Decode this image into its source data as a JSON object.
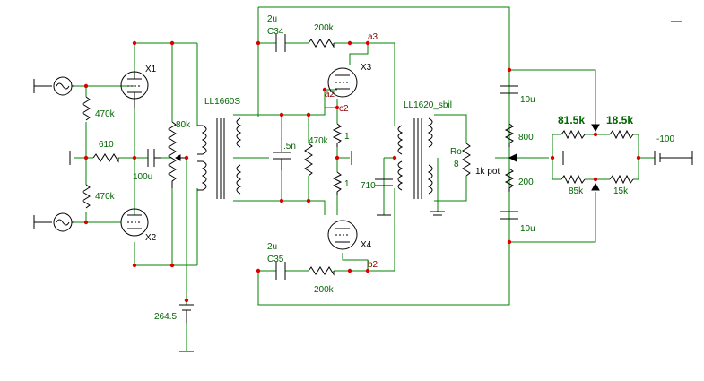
{
  "labels": {
    "x1": "X1",
    "x2": "X2",
    "x3": "X3",
    "x4": "X4",
    "r470k_top": "470k",
    "r470k_bottom": "470k",
    "r610": "610",
    "c100u": "100u",
    "r80k": "80k",
    "t1": "LL1660S",
    "v264": "264.5",
    "c_2u_top": "2u",
    "c34": "C34",
    "r200k_top": "200k",
    "a3": "a3",
    "a2": "a2",
    "c2": "c2",
    "c5n": ".5n",
    "r470k_mid": "470k",
    "r1_top": "1",
    "r1_bottom": "1",
    "c_2u_bottom": "2u",
    "c35": "C35",
    "r200k_bottom": "200k",
    "b2": "b2",
    "t2": "LL1620_sbil",
    "c710": "710",
    "ro": "Ro",
    "r8": "8",
    "pot": "1k pot",
    "c10u_top": "10u",
    "r800": "800",
    "r200": "200",
    "c10u_bottom": "10u",
    "r81k": "81.5k",
    "r18k": "18.5k",
    "r85k": "85k",
    "r15k": "15k",
    "vneg": "-100"
  }
}
